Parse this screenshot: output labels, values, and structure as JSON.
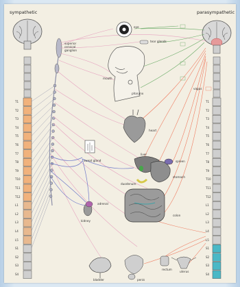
{
  "headers": {
    "left": "sympathetic",
    "right": "parasympathetic"
  },
  "labels": {
    "eye": "eye",
    "tear_glands": "tear glands",
    "ganglion": "superior cervical ganglion",
    "mouth": "mouth",
    "pharynx": "pharynx",
    "heart": "heart",
    "vagus": "vagus",
    "liver": "liver",
    "spleen": "spleen",
    "stomach": "stomach",
    "duodenum": "duodenum",
    "pancreas": "pancreas",
    "colon": "colon",
    "kidney": "kidney",
    "adrenal": "adrenal",
    "sweat": "sweat gland",
    "bladder": "bladder",
    "rectum": "rectum",
    "genitals_m": "penis",
    "genitals_f": "uterus"
  },
  "segments": {
    "thoracic": [
      "T1",
      "T2",
      "T3",
      "T4",
      "T5",
      "T6",
      "T7",
      "T8",
      "T9",
      "T10",
      "T11",
      "T12"
    ],
    "lumbar": [
      "L1",
      "L2",
      "L3",
      "L4",
      "L5"
    ],
    "sacral": [
      "S1",
      "S2",
      "S3",
      "S4"
    ]
  },
  "colors": {
    "sympathetic_line": "#e6a2bf",
    "parasympathetic_line": "#ef7a5e",
    "cranial_green": "#6aab66",
    "chain_blue": "#6f78c9",
    "thoracic_fill": "#f1b27c",
    "sacral_fill": "#4ab8c6",
    "organ_gray": "#8f8f8f"
  }
}
